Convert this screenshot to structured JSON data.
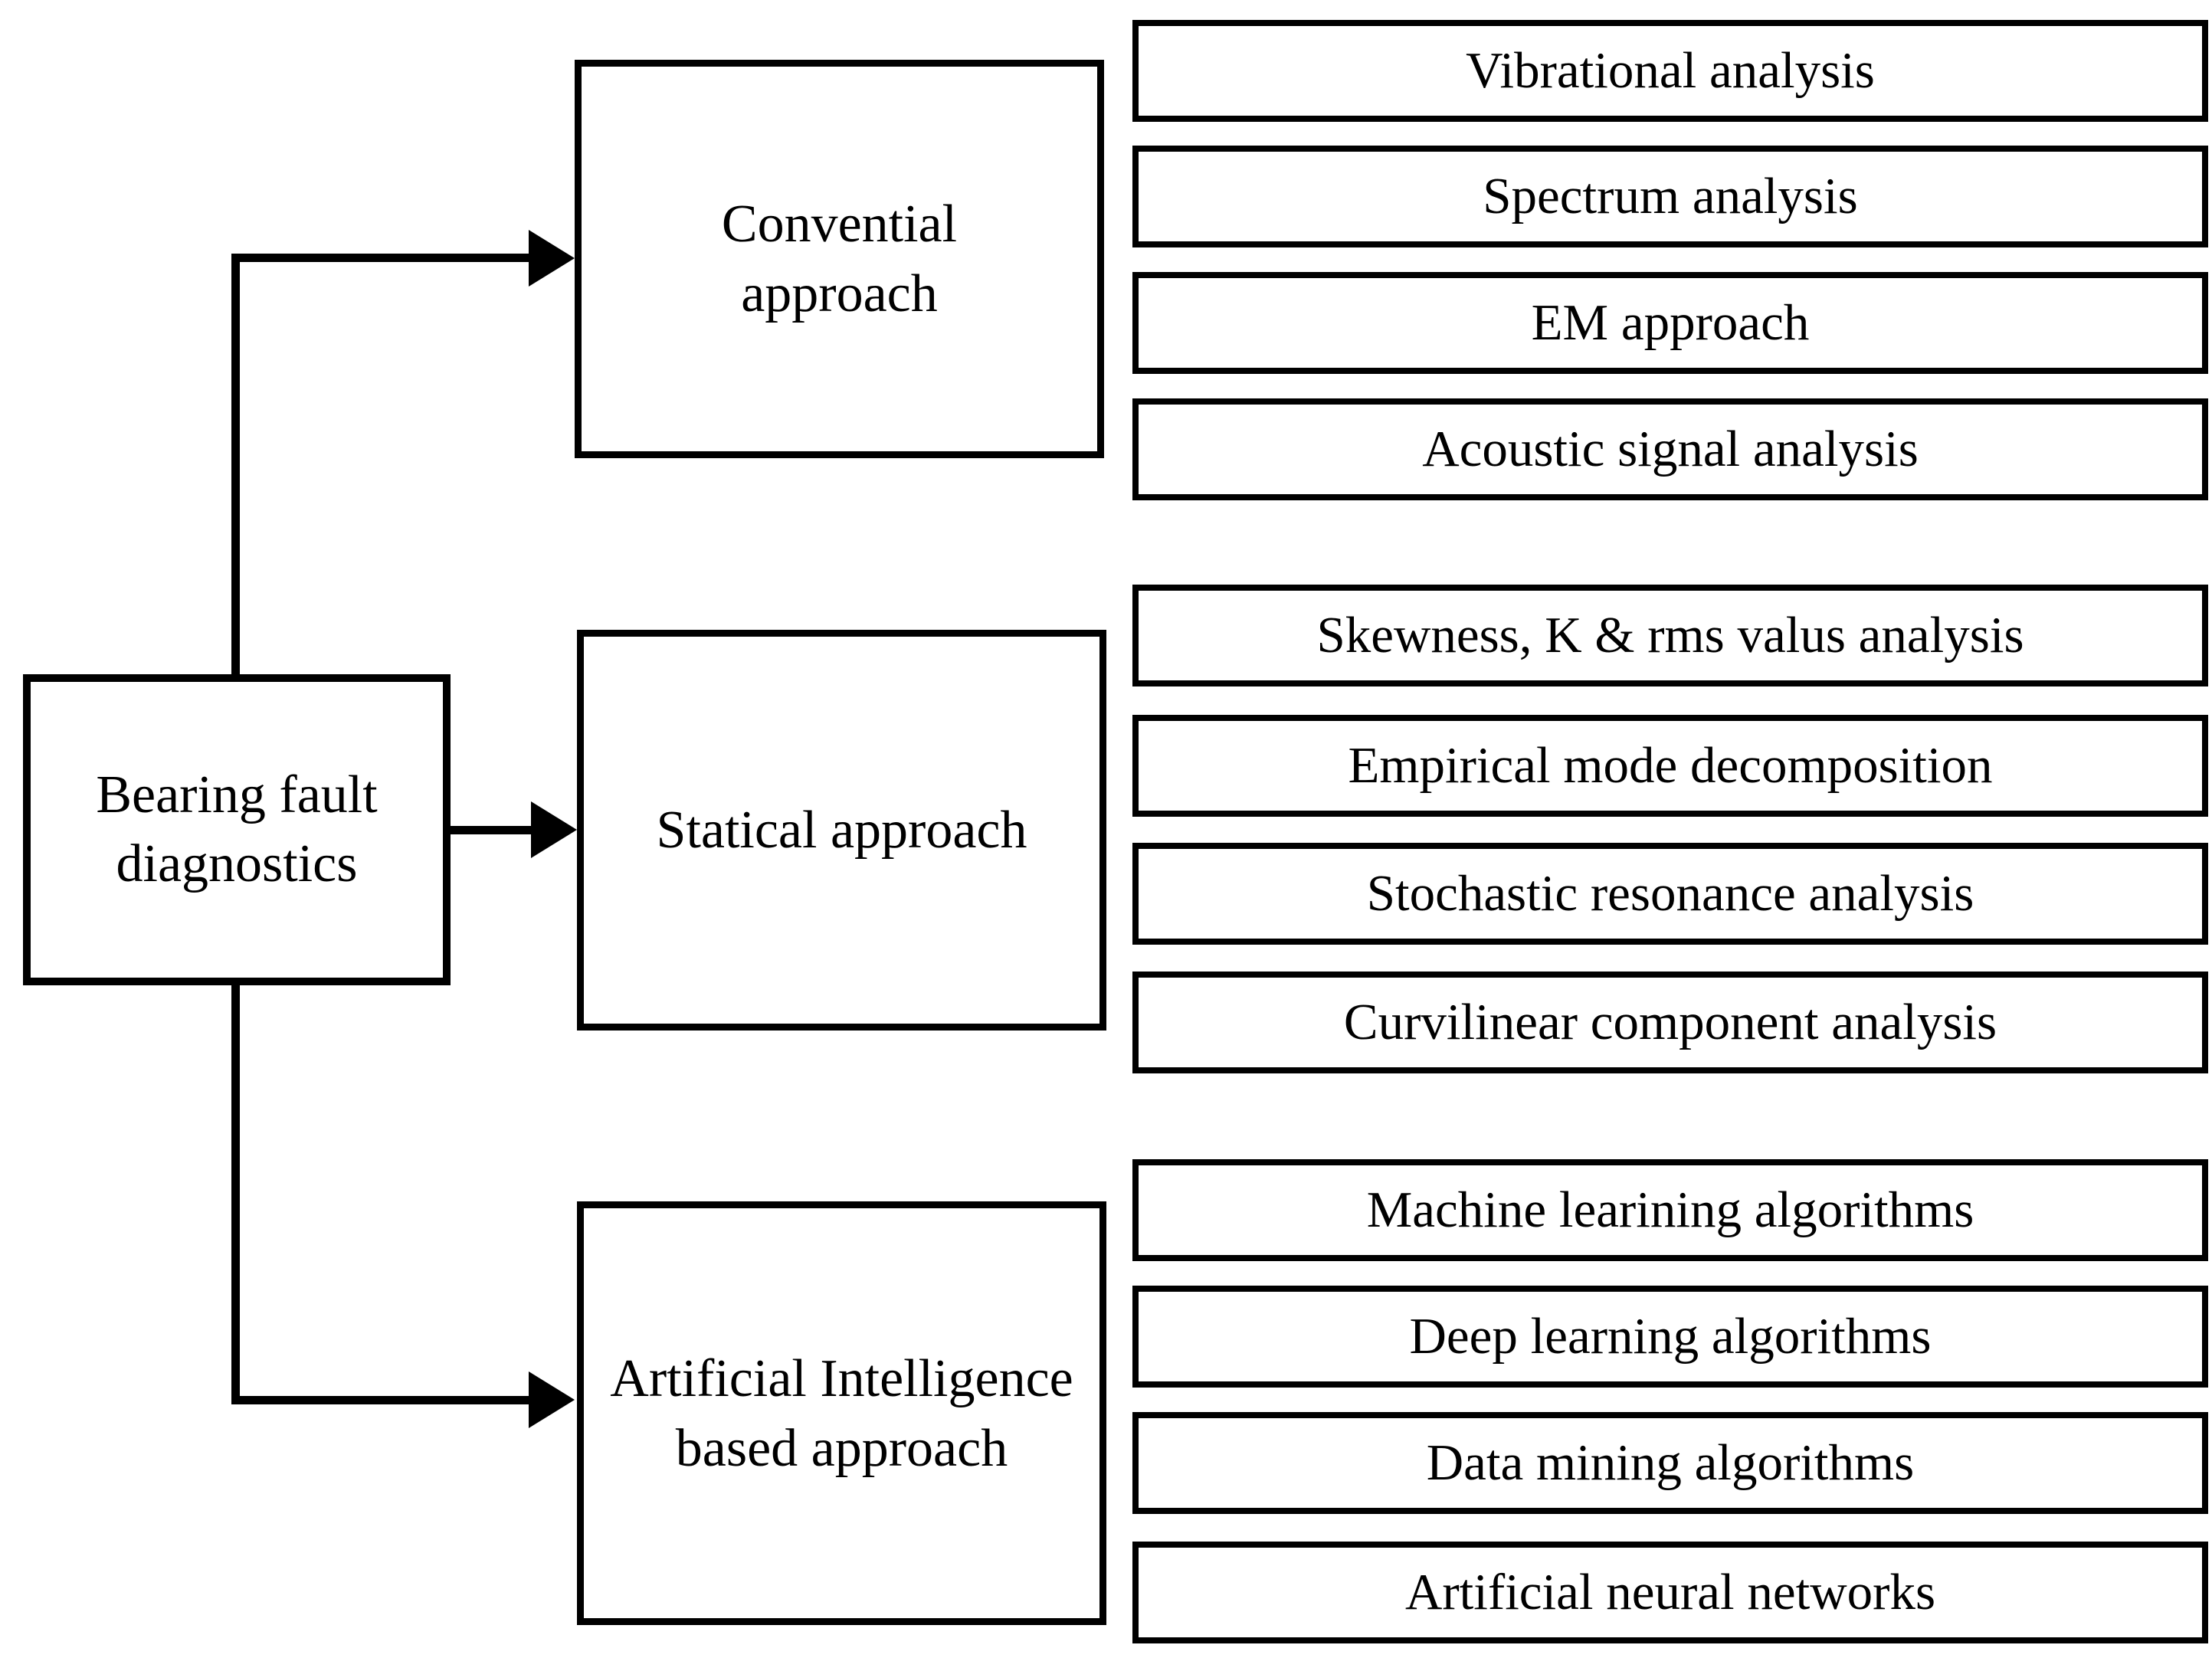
{
  "diagram": {
    "root": {
      "label": "Bearing fault diagnostics"
    },
    "branches": [
      {
        "label": "Convential approach",
        "children": [
          "Vibrational analysis",
          "Spectrum analysis",
          "EM approach",
          "Acoustic signal analysis"
        ]
      },
      {
        "label": "Statical approach",
        "children": [
          "Skewness, K & rms valus analysis",
          "Empirical mode decomposition",
          "Stochastic resonance analysis",
          "Curvilinear component analysis"
        ]
      },
      {
        "label": "Artificial Intelligence based approach",
        "children": [
          "Machine learining algorithms",
          "Deep learning algorithms",
          "Data mining algorithms",
          "Artificial neural networks"
        ]
      }
    ],
    "colors": {
      "line": "#000000",
      "box_fill": "#ffffff",
      "background": "#ffffff",
      "text": "#000000"
    }
  }
}
